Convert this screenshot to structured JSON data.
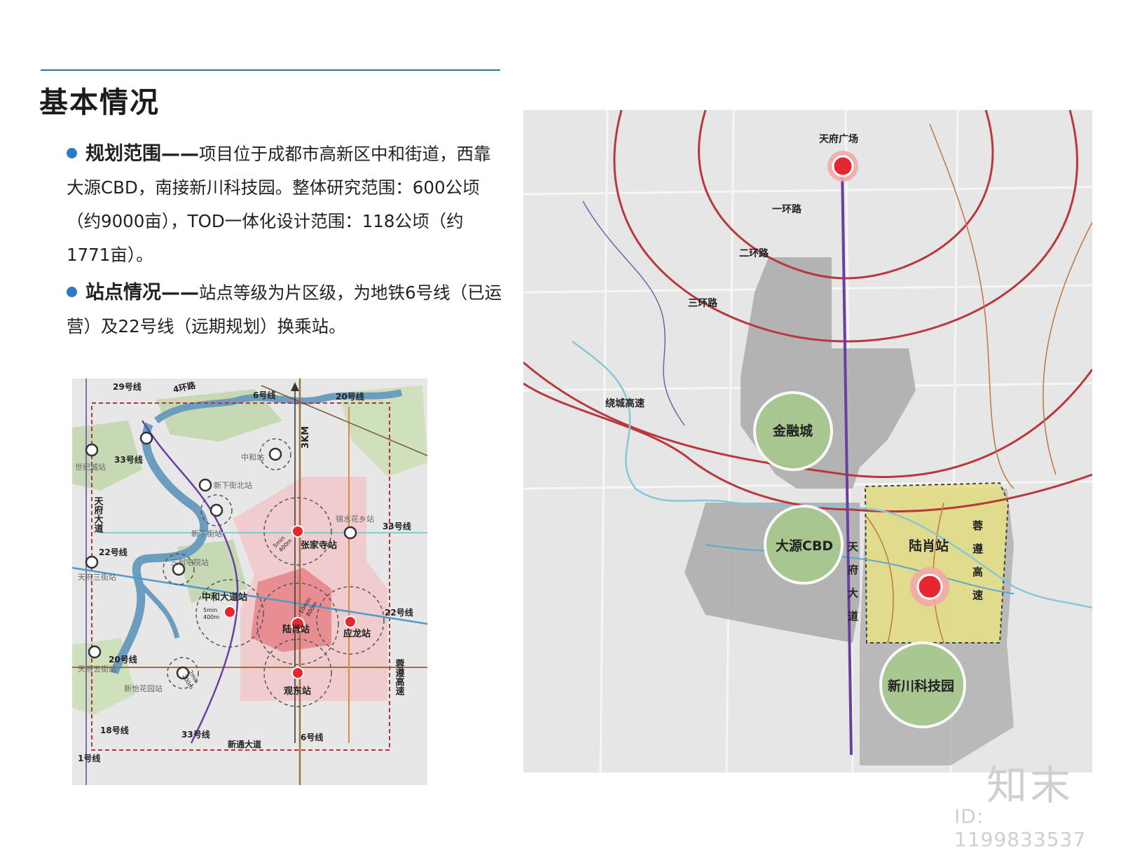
{
  "header": {
    "title": "基本情况"
  },
  "intro": {
    "p1_bold": "规划范围——",
    "p1_text": "项目位于成都市高新区中和街道，西靠大源CBD，南接新川科技园。整体研究范围：600公顷（约9000亩），TOD一体化设计范围：118公顷（约1771亩）。",
    "p2_bold": "站点情况——",
    "p2_text": "站点等级为片区级，为地铁6号线（已运营）及22号线（远期规划）换乘站。"
  },
  "left_map": {
    "lines": {
      "l29": "29号线",
      "ring4": "4环路",
      "l6": "6号线",
      "l20": "20号线",
      "l33": "33号线",
      "l22": "22号线",
      "l33b": "33号线",
      "l22b": "22号线",
      "l20b": "20号线",
      "l18": "18号线",
      "l33c": "33号线",
      "l6b": "6号线",
      "l1": "1号线",
      "tianfu": "天府大道",
      "xintong": "新通大道",
      "rongzun": "蓉遵高速",
      "km": "3KM"
    },
    "stations": {
      "shiji": "世纪城站",
      "zhonghe": "中和站",
      "xinxiabei": "新下街北站",
      "xinxia": "新下街站",
      "jinshui": "锦水花乡站",
      "zhangjiasi": "张家寺站",
      "sanli": "三利宅院站",
      "tianfu3": "天府三街站",
      "zhonghedadao": "中和大道站",
      "luxiao": "陆肖站",
      "yinglong": "应龙站",
      "guandong": "观东站",
      "tianfu5": "天府五街站",
      "xinyi": "新怡花园站"
    },
    "radii": {
      "r5min": "5min",
      "r400": "400m",
      "r10min": "10min",
      "r800": "800m",
      "r5minb": "5min",
      "r400b": "400m",
      "r2min": "2min",
      "r200": "200m"
    }
  },
  "right_map": {
    "labels": {
      "tianfu_square": "天府广场",
      "ring1": "一环路",
      "ring2": "二环路",
      "ring3": "三环路",
      "raocheng": "绕城高速",
      "jinrong": "金融城",
      "dayuan": "大源CBD",
      "luxiao": "陆肖站",
      "xinchuan": "新川科技园",
      "tianfu_avenue": "天府大道",
      "rongzun": "蓉遵高速"
    }
  },
  "watermark": {
    "logo": "知末",
    "id": "ID: 1199833537"
  },
  "colors": {
    "accent_blue": "#2e78c8",
    "metro_purple": "#6b3fa0",
    "ring_red": "#b9383d",
    "station_red": "#e8262f",
    "green_zone": "#a8c98e",
    "yellow_zone": "#e6df8a"
  }
}
